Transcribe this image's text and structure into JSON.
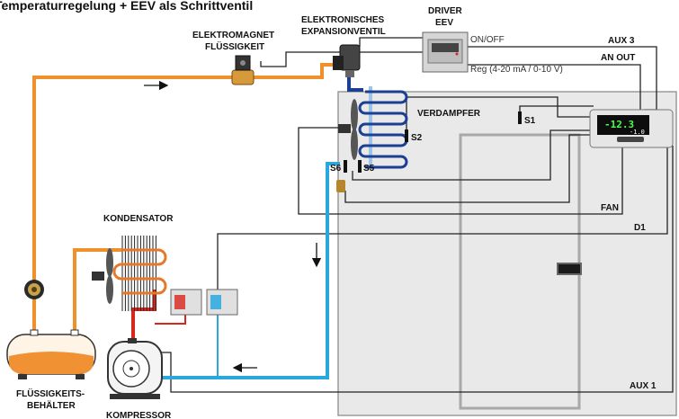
{
  "title": "Temperaturregelung + EEV als Schrittventil",
  "labels": {
    "elektromagnet_l1": "ELEKTROMAGNET",
    "elektromagnet_l2": "FLÜSSIGKEIT",
    "eev_l1": "ELEKTRONISCHES",
    "eev_l2": "EXPANSIONVENTIL",
    "driver_l1": "DRIVER",
    "driver_l2": "EEV",
    "onoff": "ON/OFF",
    "reg": "Reg (4-20 mA / 0-10 V)",
    "aux3": "AUX 3",
    "anout": "AN OUT",
    "verdampfer": "VERDAMPFER",
    "s1": "S1",
    "s2": "S2",
    "s5": "S5",
    "s6": "S6",
    "fan": "FAN",
    "d1": "D1",
    "aux1": "AUX 1",
    "kondensator": "KONDENSATOR",
    "fluessig_l1": "FLÜSSIGKEITS-",
    "fluessig_l2": "BEHÄLTER",
    "kompressor": "KOMPRESSOR"
  },
  "controller_display": {
    "value": "-12.3",
    "sub": "-1.0"
  },
  "colors": {
    "liquid_line": "#f0902a",
    "suction_line": "#29a8e0",
    "discharge_line": "#d8261c",
    "evap_coil": "#1b3f93",
    "condenser_coil": "#e7782a",
    "room": "#e9e9e9",
    "wire": "#222222"
  },
  "icons": {
    "fan": "fan-icon",
    "sight_glass": "sight-glass-icon",
    "arrow": "flow-arrow-icon"
  }
}
